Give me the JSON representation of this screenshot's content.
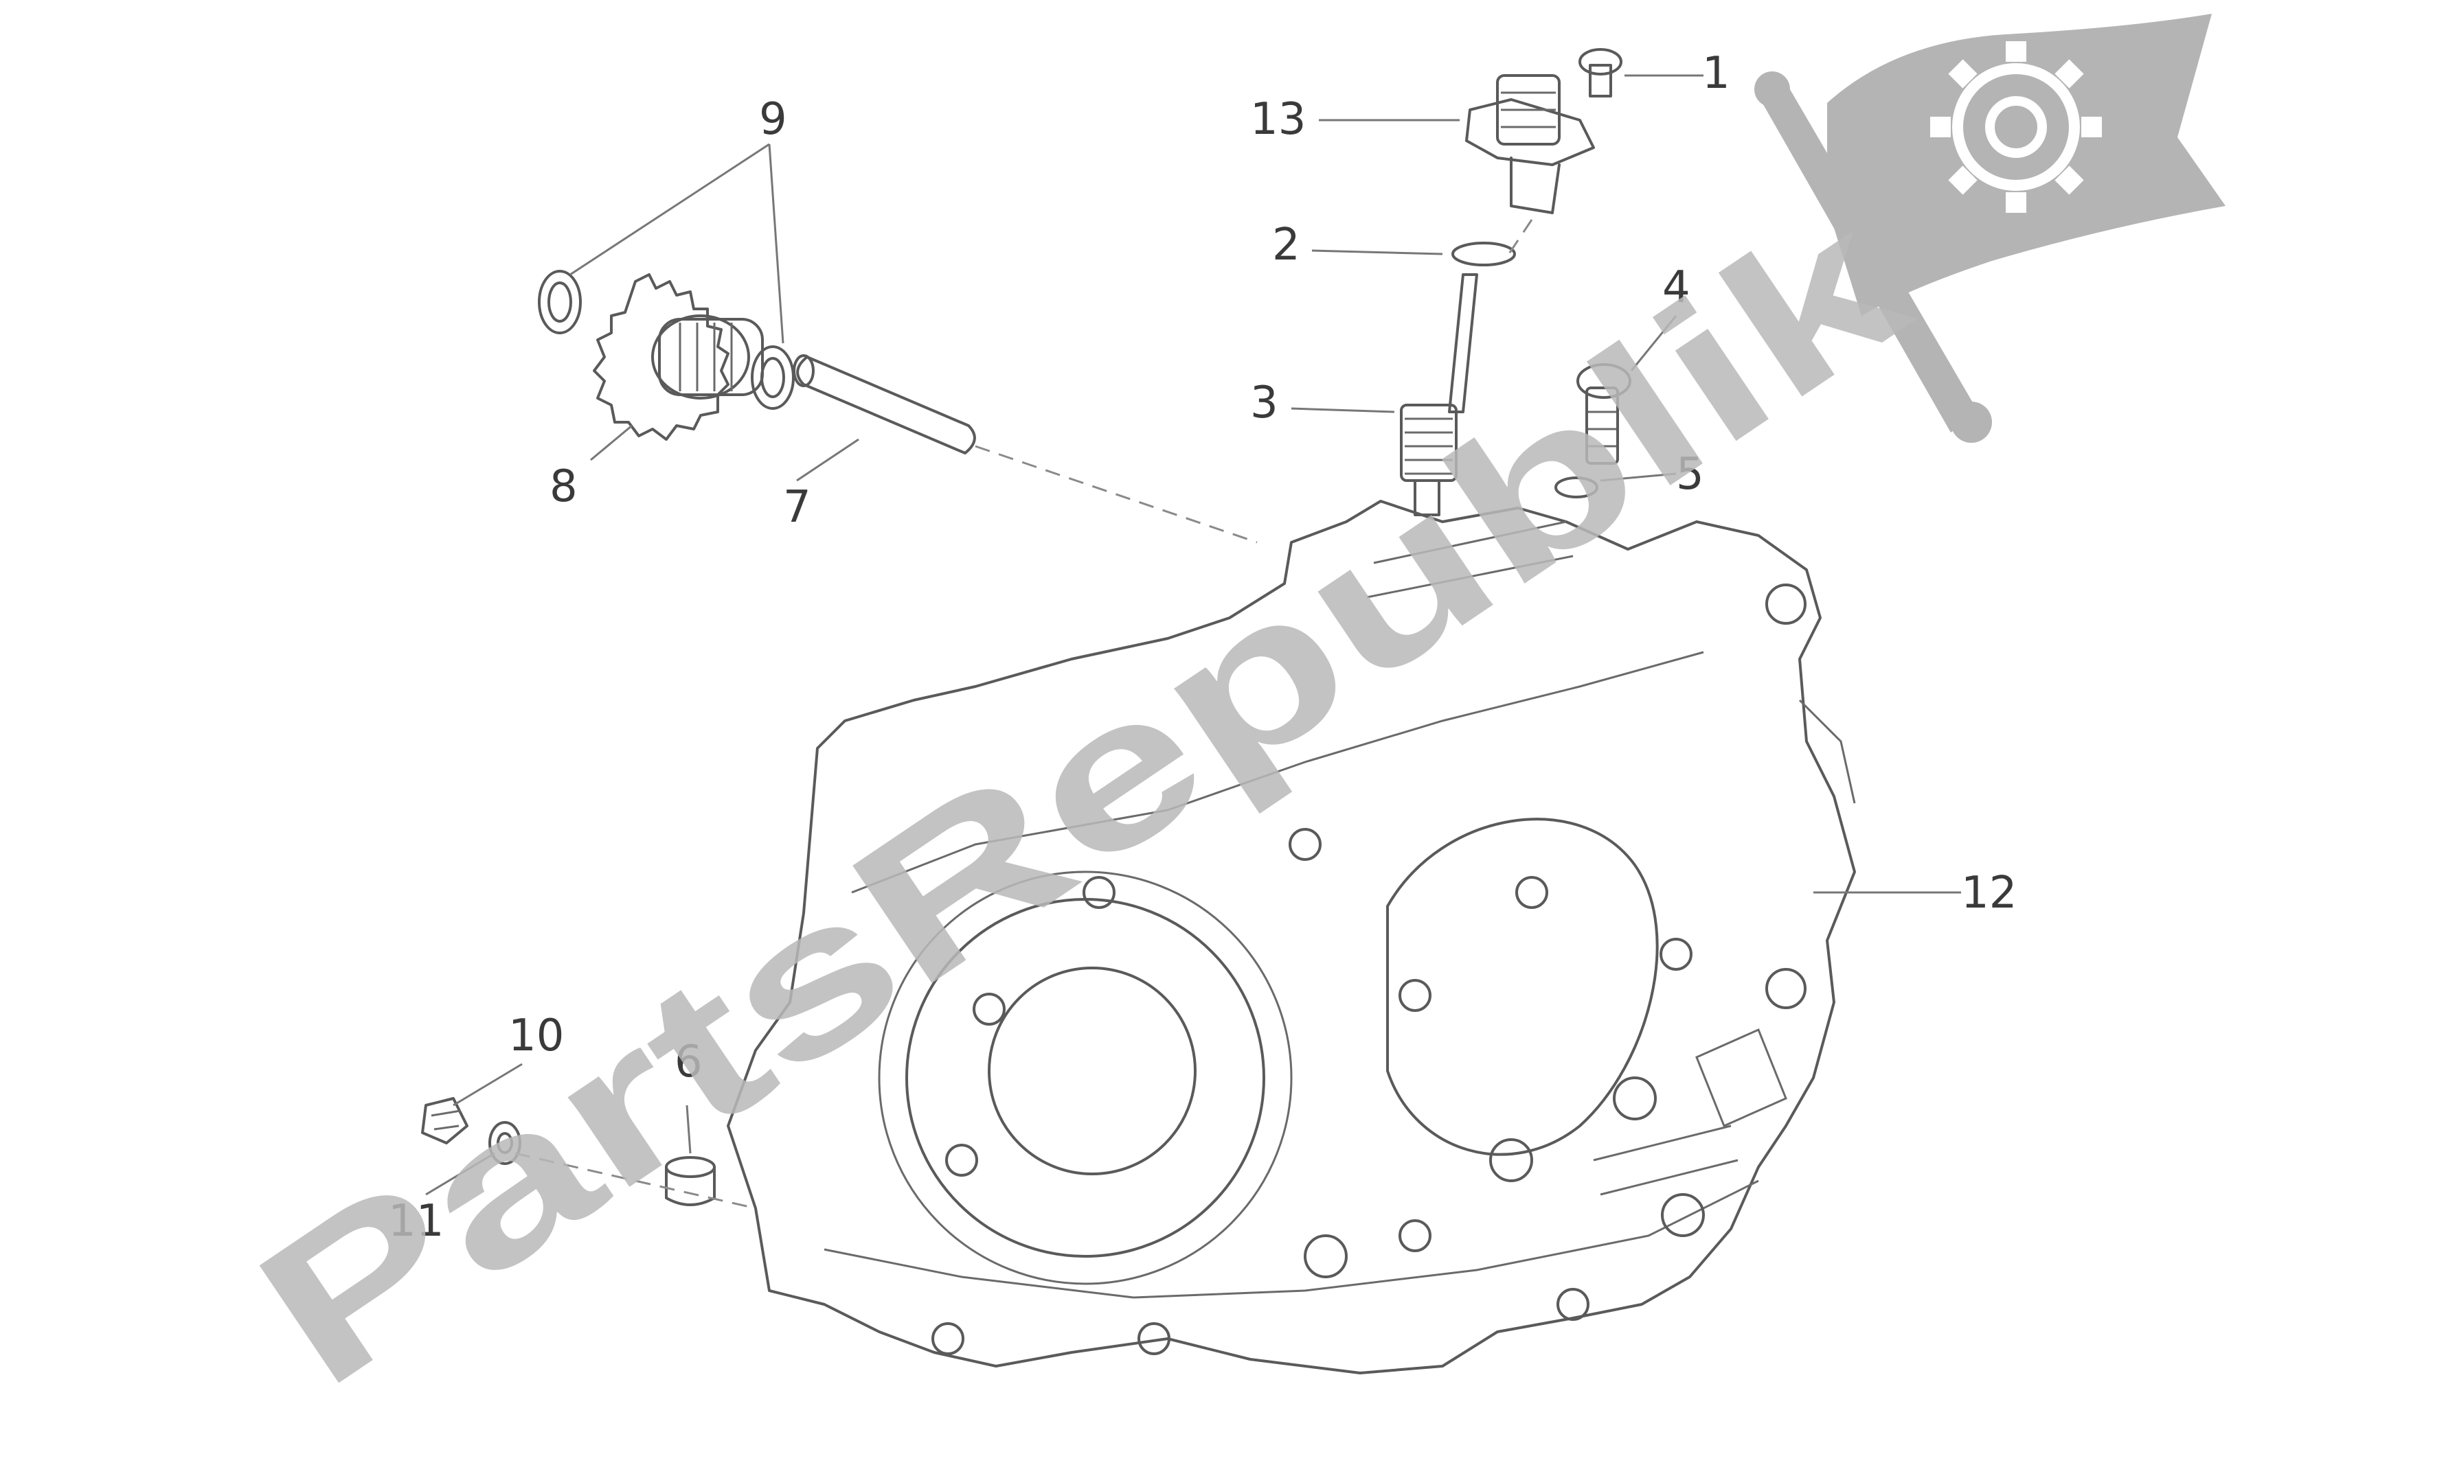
{
  "callouts": [
    {
      "id": "1",
      "label": "1"
    },
    {
      "id": "2",
      "label": "2"
    },
    {
      "id": "3",
      "label": "3"
    },
    {
      "id": "4",
      "label": "4"
    },
    {
      "id": "5",
      "label": "5"
    },
    {
      "id": "6",
      "label": "6"
    },
    {
      "id": "7",
      "label": "7"
    },
    {
      "id": "8",
      "label": "8"
    },
    {
      "id": "9",
      "label": "9"
    },
    {
      "id": "10",
      "label": "10"
    },
    {
      "id": "11",
      "label": "11"
    },
    {
      "id": "12",
      "label": "12"
    },
    {
      "id": "13",
      "label": "13"
    }
  ],
  "watermark": {
    "text": "PartsRepublik",
    "logo_icon": "gear-icon",
    "color": "#b8b8b8"
  }
}
